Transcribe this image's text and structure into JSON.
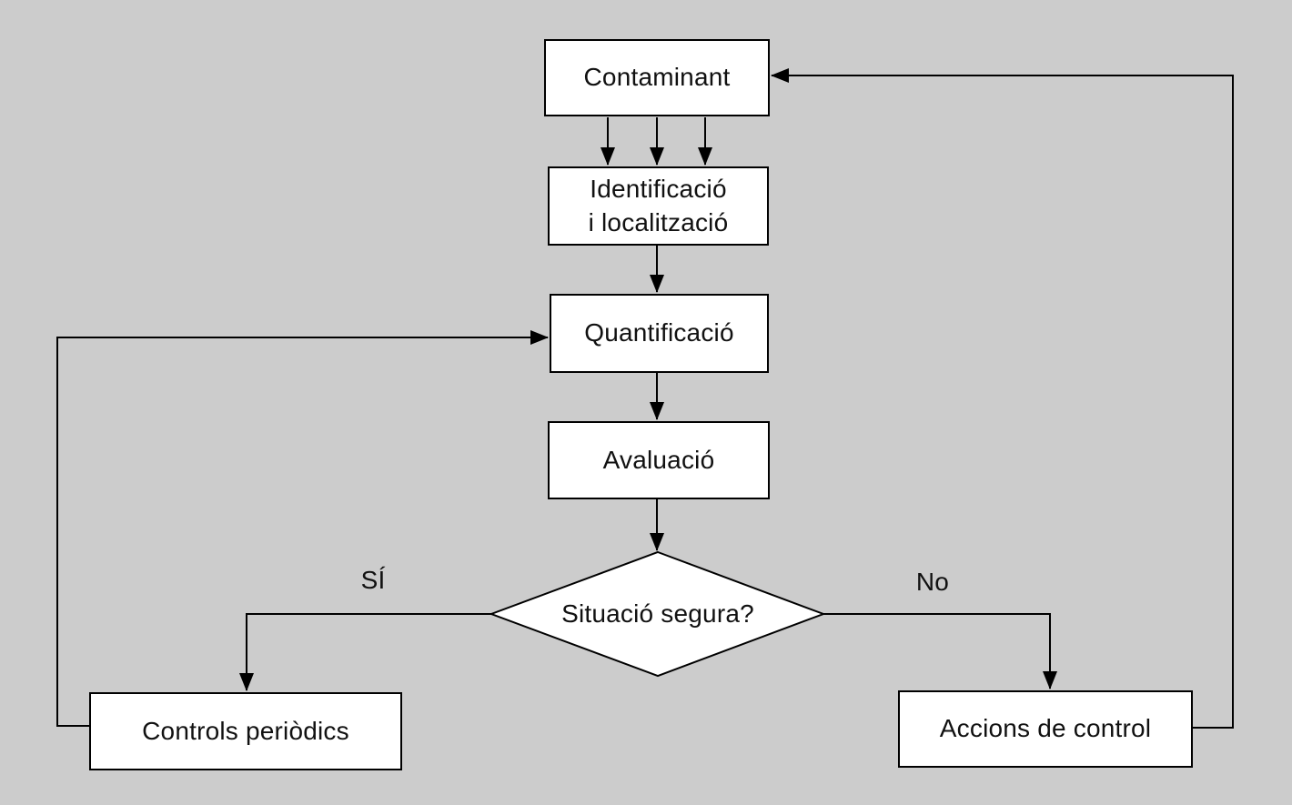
{
  "diagram": {
    "type": "flowchart",
    "colors": {
      "background": "#cccccc",
      "node_fill": "#ffffff",
      "line": "#000000",
      "text": "#111111"
    },
    "nodes": {
      "contaminant": {
        "label": "Contaminant",
        "shape": "rect"
      },
      "identificacio": {
        "line1": "Identificació",
        "line2": "i localització",
        "shape": "rect"
      },
      "quantificacio": {
        "label": "Quantificació",
        "shape": "rect"
      },
      "avaluacio": {
        "label": "Avaluació",
        "shape": "rect"
      },
      "decision": {
        "label": "Situació segura?",
        "shape": "diamond"
      },
      "controls": {
        "label": "Controls periòdics",
        "shape": "rect"
      },
      "accions": {
        "label": "Accions de control",
        "shape": "rect"
      }
    },
    "edge_labels": {
      "yes": "SÍ",
      "no": "No"
    },
    "edges": [
      "contaminant -> identificacio (triple arrow)",
      "identificacio -> quantificacio",
      "quantificacio -> avaluacio",
      "avaluacio -> decision",
      "decision -SÍ-> controls",
      "decision -No-> accions",
      "controls -> quantificacio (feedback left)",
      "accions -> contaminant (feedback right)"
    ]
  }
}
